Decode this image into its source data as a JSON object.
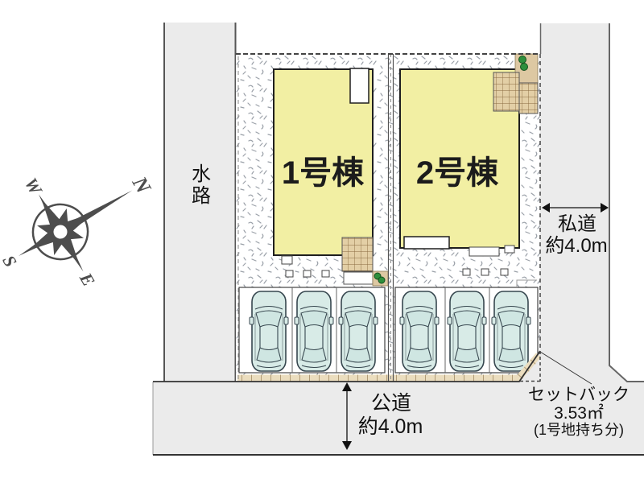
{
  "labels": {
    "waterway": "水路",
    "building1": "1号棟",
    "building2": "2号棟",
    "private_road": {
      "name": "私道",
      "width": "約4.0m"
    },
    "public_road": {
      "name": "公道",
      "width": "約4.0m"
    },
    "setback": {
      "line1": "セットバック",
      "line2": "3.53㎡",
      "line3": "(1号地持ち分)"
    },
    "compass": {
      "n": "N",
      "e": "E",
      "s": "S",
      "w": "W"
    }
  },
  "colors": {
    "building_fill": "#F2EFA3",
    "road_fill": "#EBEBEB",
    "ground_fleck": "#9AA0A8",
    "terrace_tile": "#E3CFA6",
    "terrace_grid_line": "#8A6A40",
    "porch_tan": "#DDC8A2",
    "apron_tan": "#EBDDBE",
    "car_body": "#D8EBE7",
    "bush_green": "#2E8F3C",
    "outline": "#222222",
    "compass": "#4D4D4D"
  }
}
